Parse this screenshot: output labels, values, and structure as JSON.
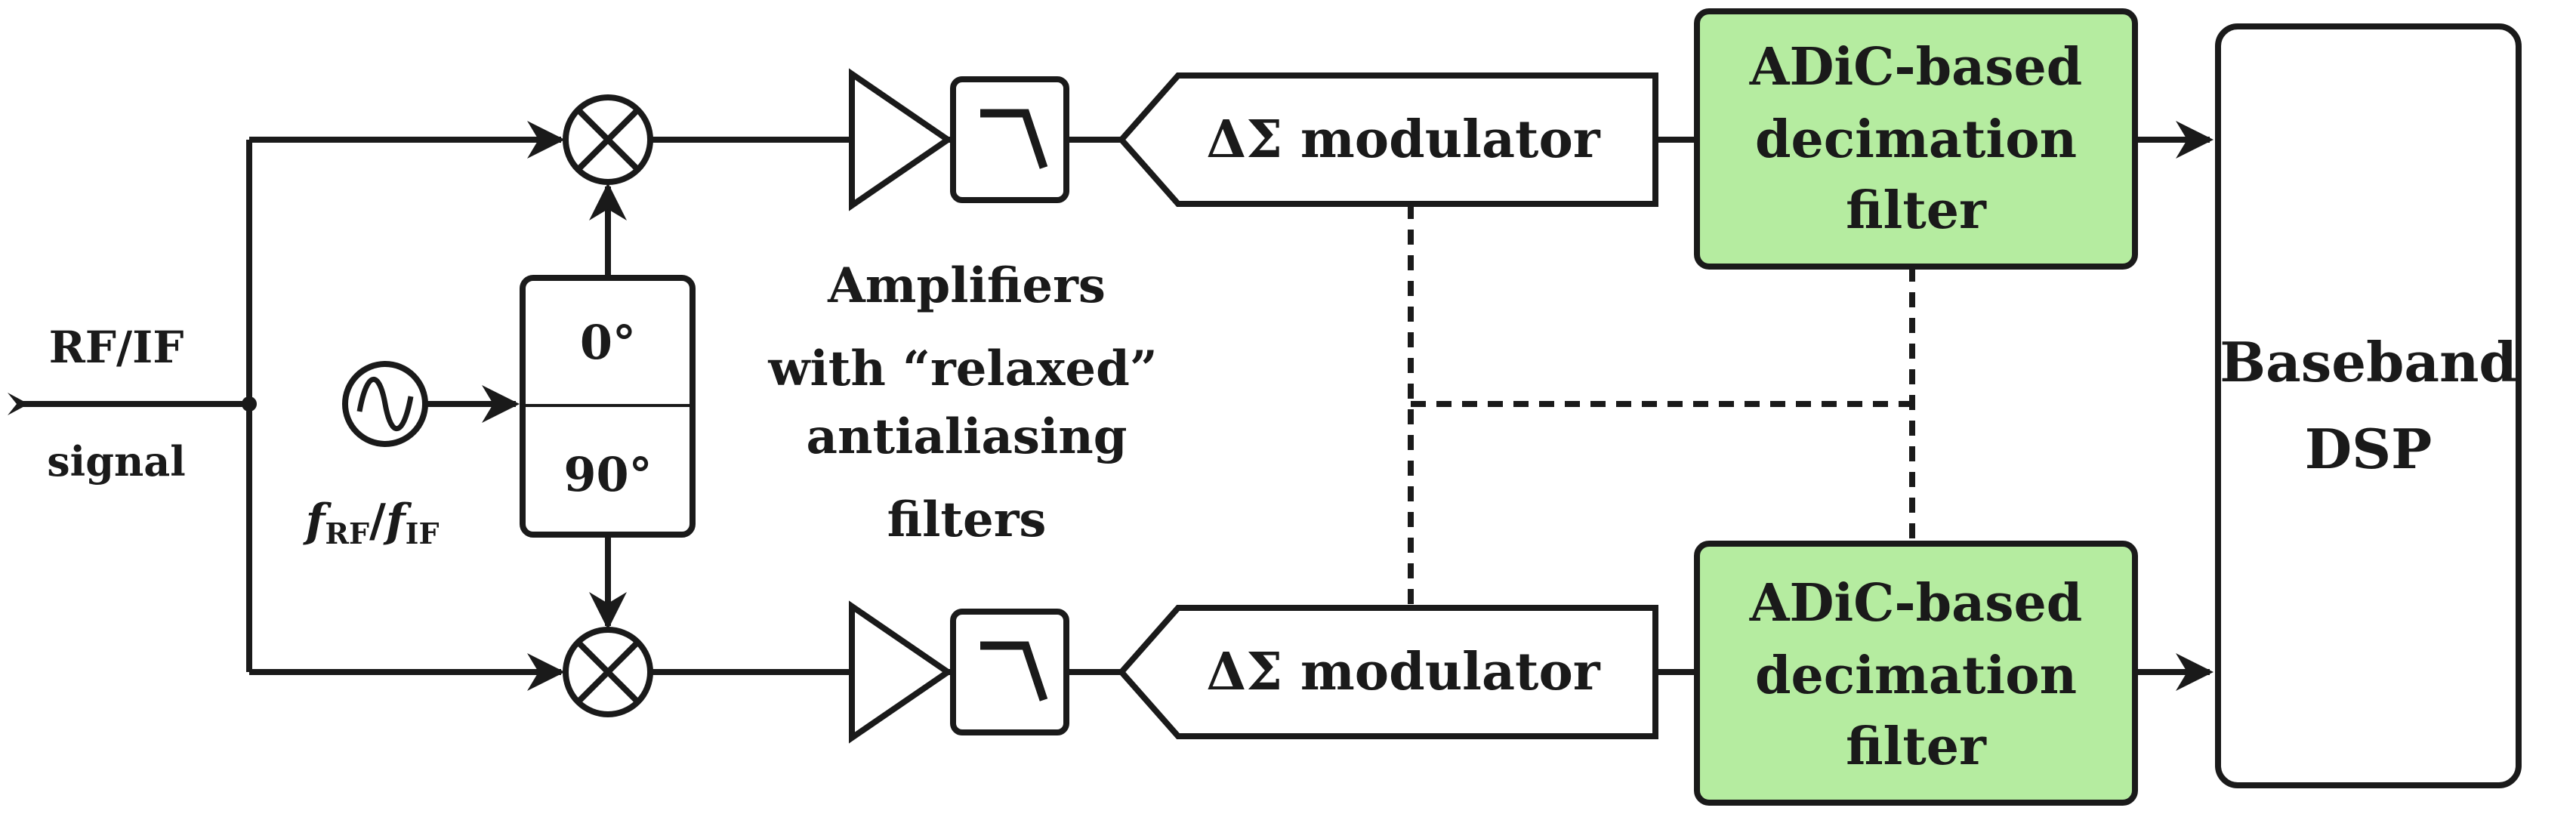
{
  "input": {
    "label_top": "RF/IF",
    "label_bottom": "signal"
  },
  "oscillator": {
    "freq_f1": "f",
    "freq_sub1": "RF",
    "freq_sep": "/",
    "freq_f2": "f",
    "freq_sub2": "IF"
  },
  "phase_splitter": {
    "top_label": "0°",
    "bottom_label": "90°"
  },
  "amplifiers": {
    "caption_lines": [
      "Amplifiers",
      "with “relaxed”",
      "antialiasing",
      "filters"
    ]
  },
  "modulators": {
    "top_label": "ΔΣ modulator",
    "bottom_label": "ΔΣ modulator"
  },
  "decimation_filters": {
    "top_lines": [
      "ADiC-based",
      "decimation",
      "filter"
    ],
    "bottom_lines": [
      "ADiC-based",
      "decimation",
      "filter"
    ],
    "fill_color": "#b5eca0"
  },
  "dsp": {
    "lines": [
      "Baseband",
      "DSP"
    ]
  }
}
